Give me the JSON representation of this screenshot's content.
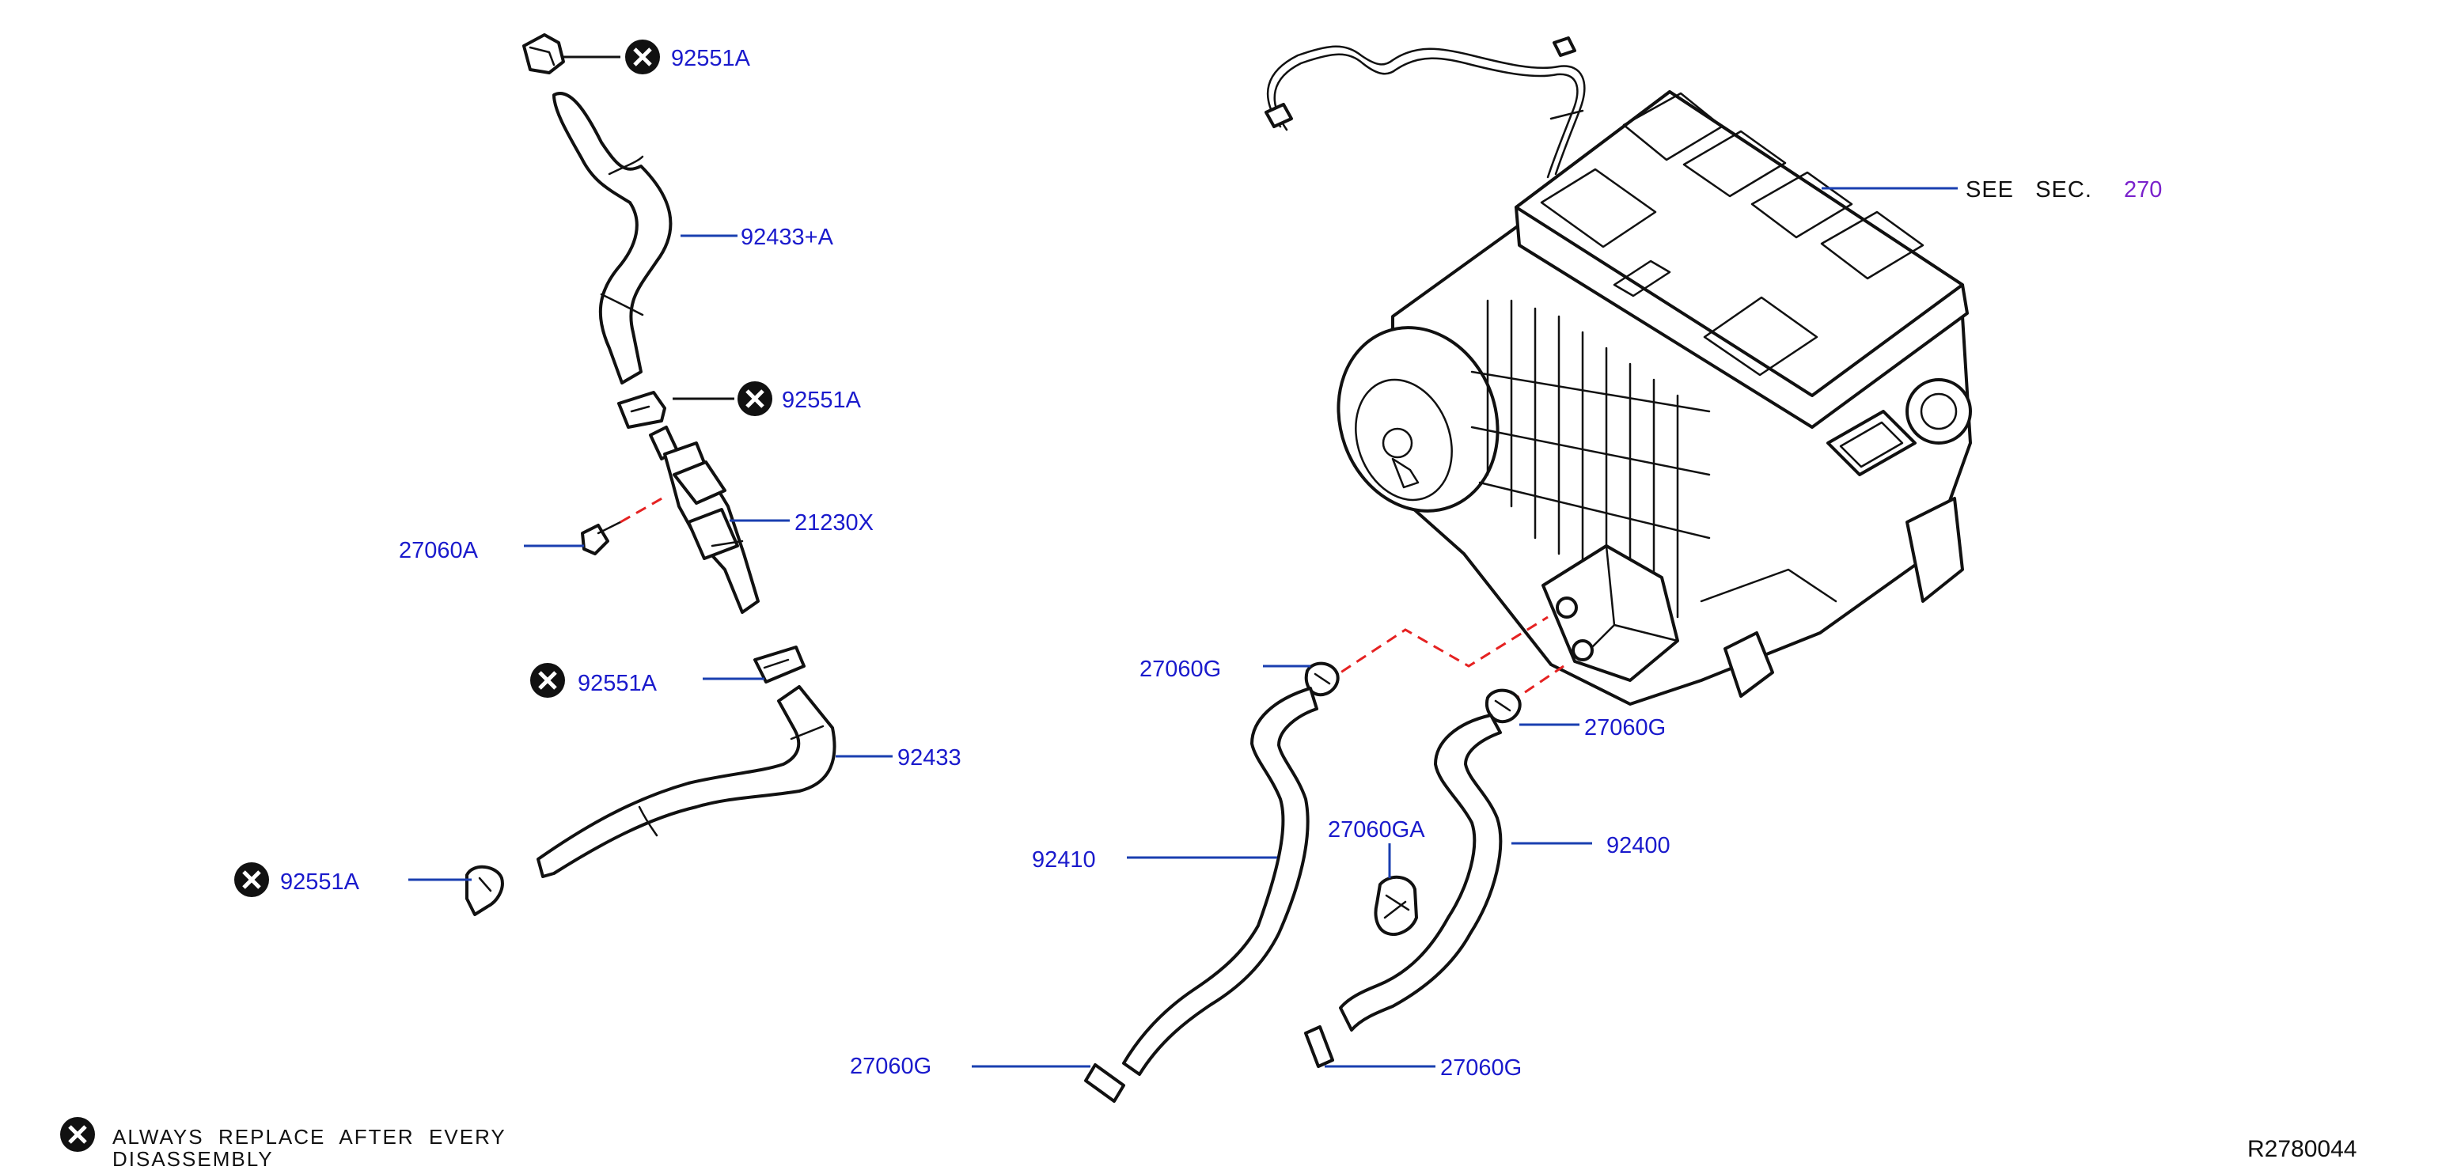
{
  "labels": {
    "clamp_top": "92551A",
    "hose_upper": "92433+A",
    "clamp_mid": "92551A",
    "valve": "21230X",
    "bolt": "27060A",
    "clamp_lower": "92551A",
    "hose_lower": "92433",
    "clamp_bottom": "92551A",
    "clamp_g_left": "27060G",
    "clamp_g_right": "27060G",
    "clamp_ga": "27060GA",
    "hose_92410": "92410",
    "hose_92400": "92400",
    "clamp_g_bottom_left": "27060G",
    "clamp_g_bottom_right": "27060G"
  },
  "see_section": {
    "text": "SEE   SEC.",
    "number": "270",
    "number_color": "#7a22cc"
  },
  "legend": {
    "symbol": "replace-x-icon",
    "line1": "ALWAYS  REPLACE  AFTER  EVERY",
    "line2": "DISASSEMBLY"
  },
  "reference": "R2780044",
  "colors": {
    "part_label": "#1a1acc",
    "leader": "#1a3fb0",
    "dashed_connection": "#e52222"
  }
}
